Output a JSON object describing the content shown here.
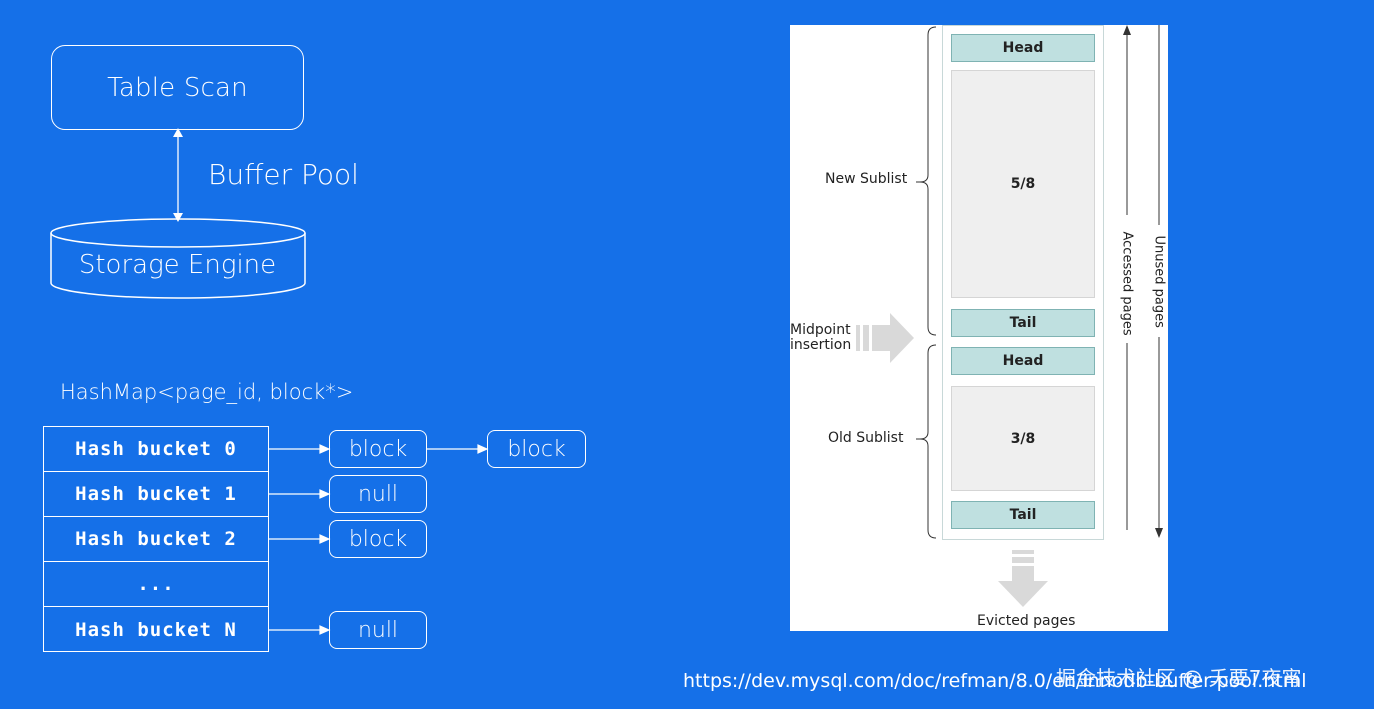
{
  "top_diagram": {
    "table_scan": "Table Scan",
    "buffer_pool": "Buffer Pool",
    "storage_engine": "Storage Engine"
  },
  "hashmap": {
    "title": "HashMap<page_id, block*>",
    "buckets": [
      "Hash bucket 0",
      "Hash bucket 1",
      "Hash bucket 2",
      "...",
      "Hash bucket N"
    ],
    "chains": {
      "b0_first": "block",
      "b0_second": "block",
      "b1": "null",
      "b2": "block",
      "bn": "null"
    }
  },
  "lru_figure": {
    "new_sublist": "New Sublist",
    "old_sublist": "Old Sublist",
    "midpoint_line1": "Midpoint",
    "midpoint_line2": "insertion",
    "head1": "Head",
    "new_fraction": "5/8",
    "tail1": "Tail",
    "head2": "Head",
    "old_fraction": "3/8",
    "tail2": "Tail",
    "accessed_pages": "Accessed pages",
    "unused_pages": "Unused pages",
    "evicted_pages": "Evicted pages"
  },
  "footer": {
    "url": "https://dev.mysql.com/doc/refman/8.0/en/innodb-buffer-pool.html",
    "watermark": "掘金技术社区 @ 夭要7夜宵"
  }
}
